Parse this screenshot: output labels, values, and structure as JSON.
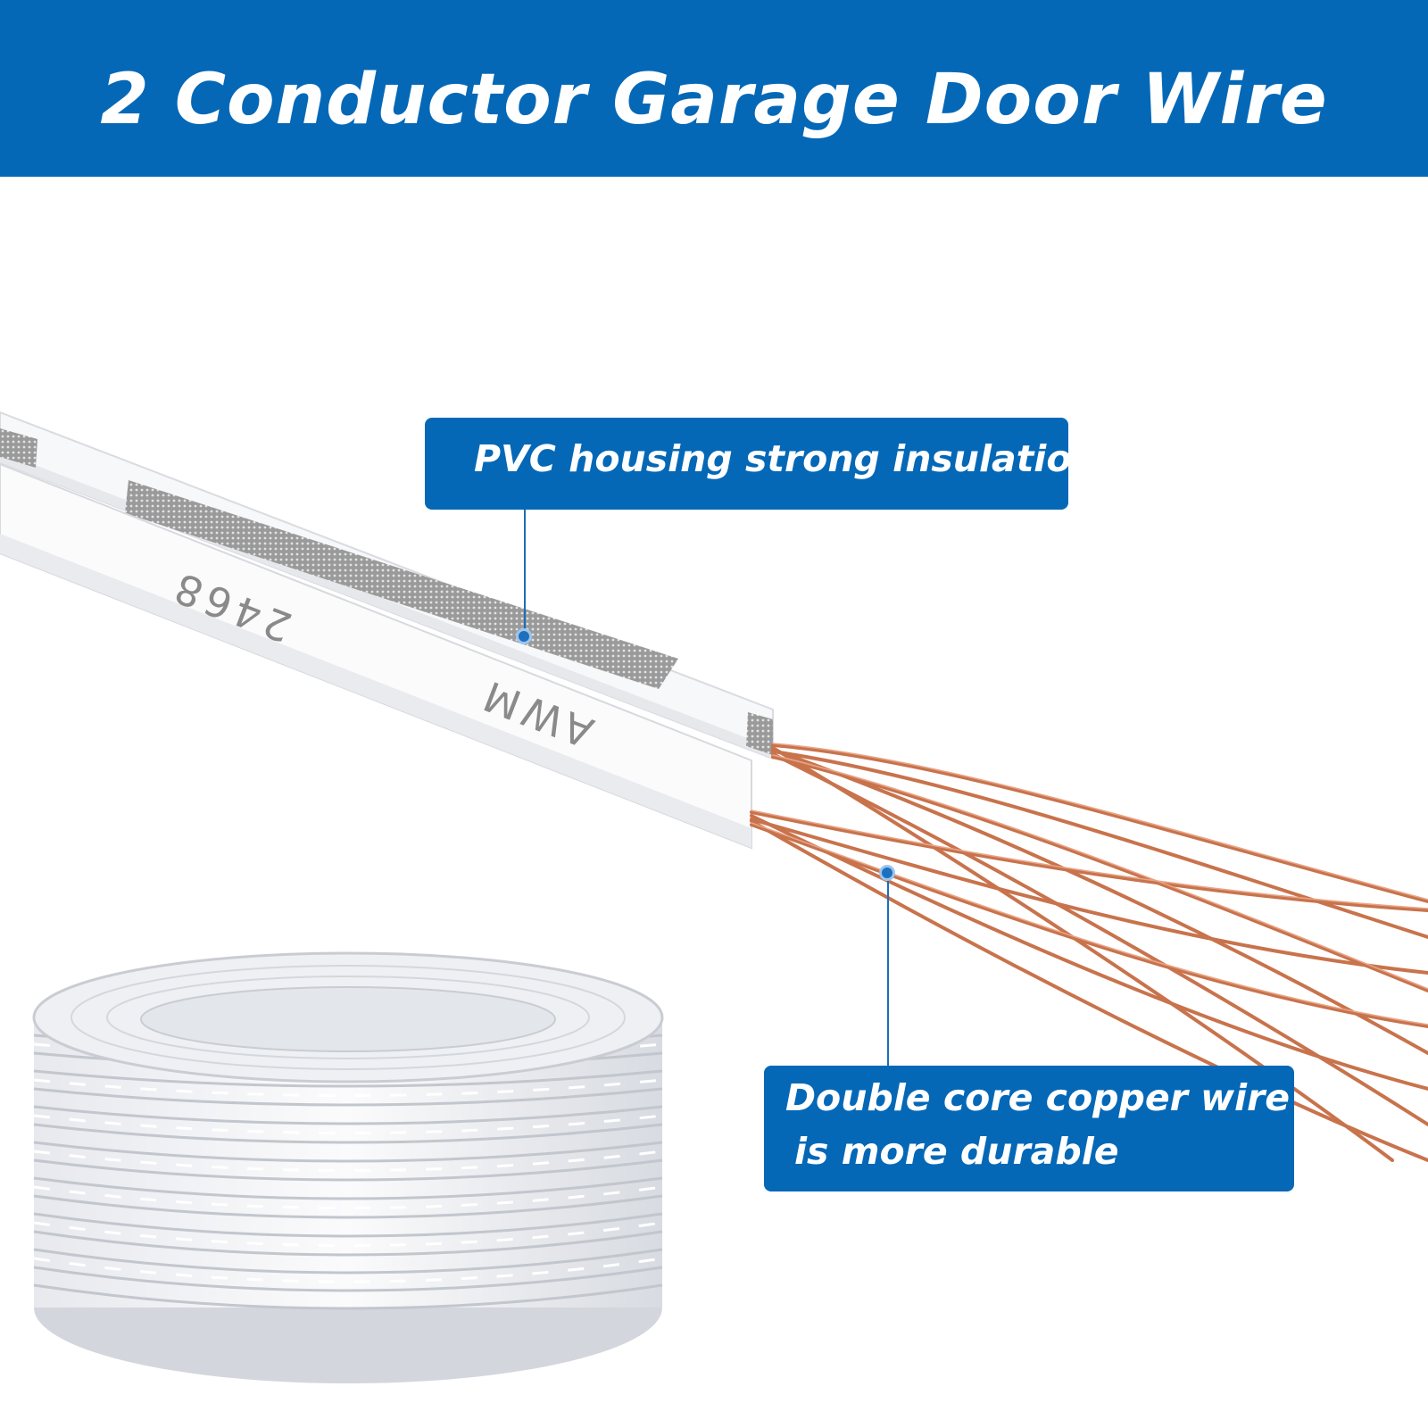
{
  "banner": {
    "title": "2 Conductor Garage Door Wire",
    "background_color": "#0468b7",
    "text_color": "#ffffff"
  },
  "callouts": {
    "pvc": {
      "label": "PVC housing strong insulation"
    },
    "copper": {
      "line1": "Double core copper wire",
      "line2": "is more durable"
    }
  },
  "cable_markings": {
    "gauge": "2468",
    "standard": "AWM"
  },
  "colors": {
    "callout_blue": "#0468b7",
    "copper": "#c8734c",
    "insulation_white": "#f5f6f8",
    "print_grey": "#7c7c7c"
  },
  "icons": [
    "callout-dot-icon"
  ]
}
